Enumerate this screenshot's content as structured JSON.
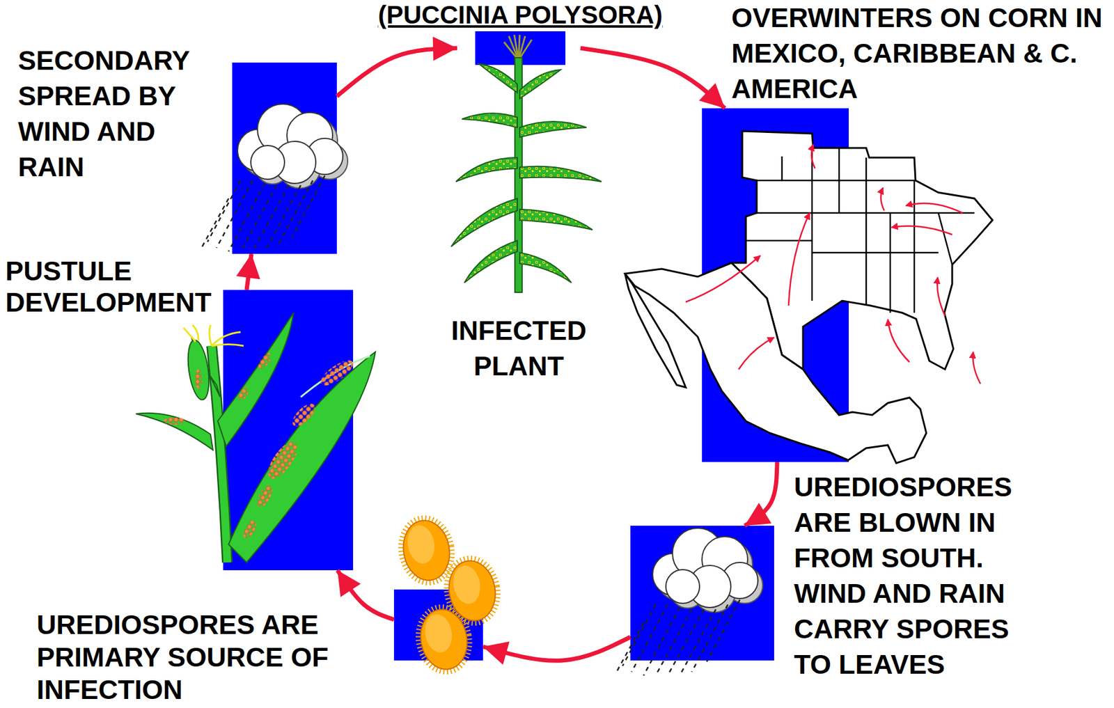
{
  "diagram": {
    "title": "(PUCCINIA POLYSORA)",
    "nodes": [
      {
        "text": [
          "INFECTED PLANT"
        ]
      },
      {
        "text": [
          "OVERWINTERS ON CORN IN MEXICO, CARIBBEAN & C. AMERICA"
        ]
      },
      {
        "text": [
          "UREDIOSPORES ARE BLOWN IN FROM SOUTH. WIND AND RAIN CARRY SPORES TO LEAVES"
        ]
      },
      {
        "text": [
          "UREDIOSPORES ARE PRIMARY SOURCE OF INFECTION"
        ]
      },
      {
        "text": [
          "PUSTULE DEVELOPMENT"
        ]
      },
      {
        "text": [
          "SECONDARY SPREAD BY WIND AND RAIN"
        ]
      }
    ],
    "edges": [
      {
        "from": 0,
        "to": 1,
        "arrow": "to"
      },
      {
        "from": 1,
        "to": 2,
        "arrow": "to"
      },
      {
        "from": 2,
        "to": 3,
        "arrow": "to"
      },
      {
        "from": 3,
        "to": 4,
        "arrow": "to"
      },
      {
        "from": 4,
        "to": 5,
        "arrow": "to"
      },
      {
        "from": 5,
        "to": 0,
        "arrow": "to"
      }
    ]
  }
}
